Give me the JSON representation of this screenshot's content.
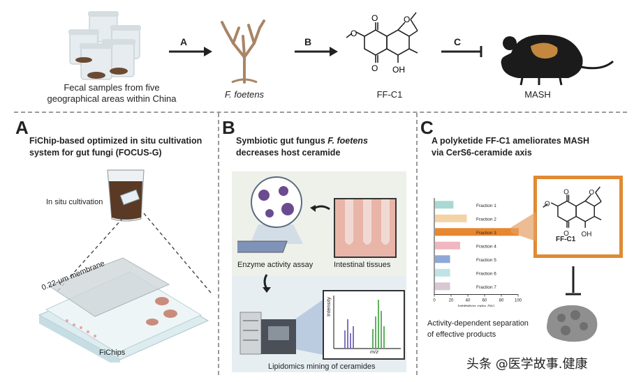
{
  "top": {
    "fecal_caption": [
      "Fecal samples from five",
      "geographical areas within China"
    ],
    "fungus_caption": "F. foetens",
    "compound_caption": "FF-C1",
    "disease_caption": "MASH",
    "arrow_a": "A",
    "arrow_b": "B",
    "arrow_c": "C",
    "molecule_labels": {
      "o1": "O",
      "o2": "O",
      "o3": "O",
      "oh": "OH",
      "o4": "O"
    }
  },
  "panel_a": {
    "letter": "A",
    "title_lines": [
      "FiChip-based optimized in situ cultivation",
      "system for gut fungi (FOCUS-G)"
    ],
    "in_situ": "In situ cultivation",
    "membrane": "0.22-μm membrane",
    "fichips": "FiChips"
  },
  "panel_b": {
    "letter": "B",
    "title_line1_prefix": "Symbiotic gut fungus ",
    "title_line1_italic": "F. foetens",
    "title_line2": "decreases host ceramide",
    "enzyme": "Enzyme activity assay",
    "intestinal": "Intestinal tissues",
    "lipidomics": "Lipidomics mining of ceramides",
    "intensity": "Intensity",
    "mz": "m/z"
  },
  "panel_c": {
    "letter": "C",
    "title_lines": [
      "A polyketide FF-C1 ameliorates MASH",
      "via CerS6-ceramide axis"
    ],
    "compound_label": "FF-C1",
    "separation_caption": [
      "Activity-dependent separation",
      "of effective products"
    ],
    "molecule_labels": {
      "o1": "O",
      "o2": "O",
      "o3": "O",
      "oh": "OH",
      "o4": "O"
    }
  },
  "chart_data": {
    "type": "bar",
    "orientation": "horizontal",
    "categories": [
      "Fraction 1",
      "Fraction 2",
      "Fraction 3",
      "Fraction 4",
      "Fraction 5",
      "Fraction 6",
      "Fraction 7"
    ],
    "values": [
      22,
      38,
      100,
      30,
      18,
      18,
      18
    ],
    "xlabel": "Inhibition ratio (%)",
    "xticks": [
      "0",
      "20",
      "40",
      "60",
      "80",
      "100"
    ],
    "xlim": [
      0,
      100
    ],
    "colors": [
      "#a9d9d4",
      "#f3d3a6",
      "#e8872e",
      "#f0b7c1",
      "#8ea8d8",
      "#bfe3e6",
      "#d8c8d4"
    ]
  },
  "watermark": "头条 @医学故事.健康"
}
